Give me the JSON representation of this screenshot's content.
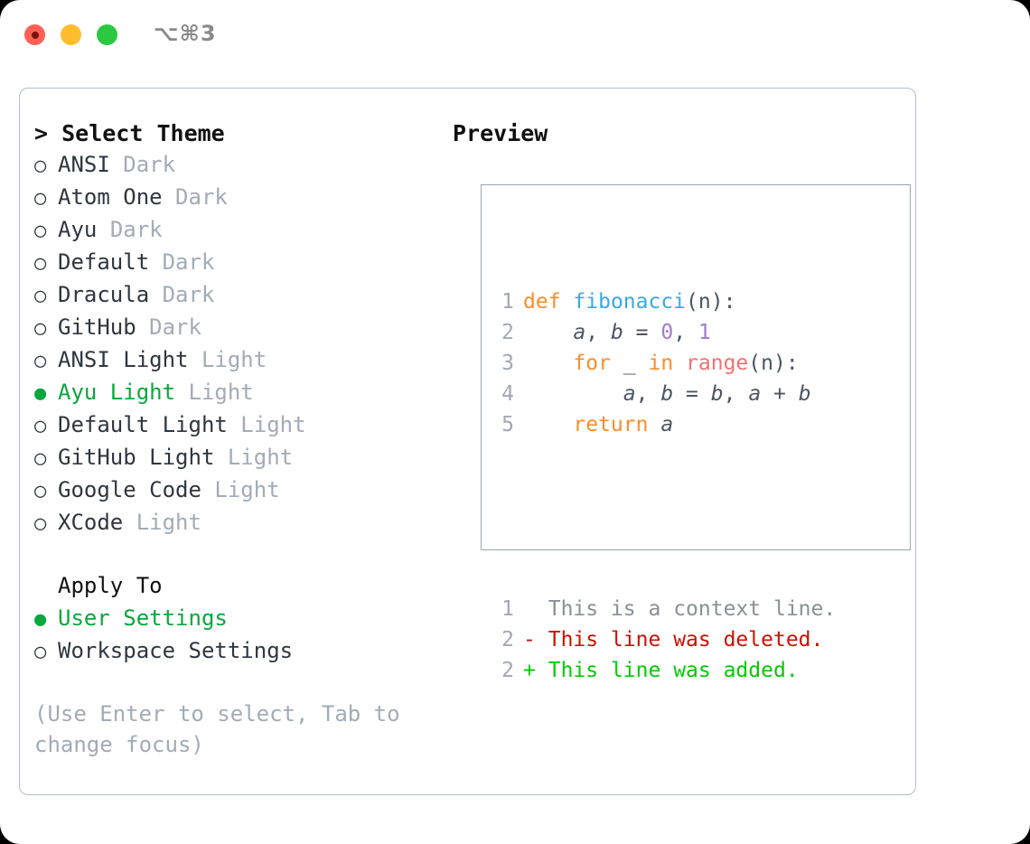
{
  "titlebar": {
    "shortcut": "⌥⌘3",
    "buttons": [
      {
        "name": "close",
        "color": "#ff6058"
      },
      {
        "name": "minimize",
        "color": "#ffbd2e"
      },
      {
        "name": "maximize",
        "color": "#2bc93f"
      }
    ]
  },
  "theme_picker": {
    "heading": "> Select Theme",
    "items": [
      {
        "marker": "○",
        "name": "ANSI",
        "badge": "Dark",
        "selected": false
      },
      {
        "marker": "○",
        "name": "Atom One",
        "badge": "Dark",
        "selected": false
      },
      {
        "marker": "○",
        "name": "Ayu",
        "badge": "Dark",
        "selected": false
      },
      {
        "marker": "○",
        "name": "Default",
        "badge": "Dark",
        "selected": false
      },
      {
        "marker": "○",
        "name": "Dracula",
        "badge": "Dark",
        "selected": false
      },
      {
        "marker": "○",
        "name": "GitHub",
        "badge": "Dark",
        "selected": false
      },
      {
        "marker": "○",
        "name": "ANSI Light",
        "badge": "Light",
        "selected": false
      },
      {
        "marker": "●",
        "name": "Ayu Light",
        "badge": "Light",
        "selected": true
      },
      {
        "marker": "○",
        "name": "Default Light",
        "badge": "Light",
        "selected": false
      },
      {
        "marker": "○",
        "name": "GitHub Light",
        "badge": "Light",
        "selected": false
      },
      {
        "marker": "○",
        "name": "Google Code",
        "badge": "Light",
        "selected": false
      },
      {
        "marker": "○",
        "name": "XCode",
        "badge": "Light",
        "selected": false
      }
    ]
  },
  "apply_to": {
    "heading": "Apply To",
    "items": [
      {
        "marker": "●",
        "name": "User Settings",
        "selected": true
      },
      {
        "marker": "○",
        "name": "Workspace Settings",
        "selected": false
      }
    ]
  },
  "hint": "(Use Enter to select, Tab to change focus)",
  "preview": {
    "heading": "Preview",
    "code_lines": [
      {
        "num": "1",
        "tokens": [
          {
            "t": "def",
            "c": "kw"
          },
          {
            "t": " ",
            "c": "op"
          },
          {
            "t": "fibonacci",
            "c": "fn"
          },
          {
            "t": "(n):",
            "c": "punc"
          }
        ]
      },
      {
        "num": "2",
        "tokens": [
          {
            "t": "    ",
            "c": "op"
          },
          {
            "t": "a",
            "c": "var"
          },
          {
            "t": ", ",
            "c": "op"
          },
          {
            "t": "b",
            "c": "var"
          },
          {
            "t": " = ",
            "c": "op"
          },
          {
            "t": "0",
            "c": "num"
          },
          {
            "t": ", ",
            "c": "op"
          },
          {
            "t": "1",
            "c": "num"
          }
        ]
      },
      {
        "num": "3",
        "tokens": [
          {
            "t": "    ",
            "c": "op"
          },
          {
            "t": "for",
            "c": "kw"
          },
          {
            "t": " _ ",
            "c": "op"
          },
          {
            "t": "in",
            "c": "kw"
          },
          {
            "t": " ",
            "c": "op"
          },
          {
            "t": "range",
            "c": "bi"
          },
          {
            "t": "(n):",
            "c": "punc"
          }
        ]
      },
      {
        "num": "4",
        "tokens": [
          {
            "t": "        ",
            "c": "op"
          },
          {
            "t": "a",
            "c": "var"
          },
          {
            "t": ", ",
            "c": "op"
          },
          {
            "t": "b",
            "c": "var"
          },
          {
            "t": " = ",
            "c": "op"
          },
          {
            "t": "b",
            "c": "var"
          },
          {
            "t": ", ",
            "c": "op"
          },
          {
            "t": "a",
            "c": "var"
          },
          {
            "t": " + ",
            "c": "op"
          },
          {
            "t": "b",
            "c": "var"
          }
        ]
      },
      {
        "num": "5",
        "tokens": [
          {
            "t": "    ",
            "c": "op"
          },
          {
            "t": "return",
            "c": "kw"
          },
          {
            "t": " ",
            "c": "op"
          },
          {
            "t": "a",
            "c": "var"
          }
        ]
      }
    ],
    "diff_lines": [
      {
        "num": "1",
        "sign": " ",
        "text": "This is a context line.",
        "kind": "diff-ctx"
      },
      {
        "num": "2",
        "sign": "-",
        "text": "This line was deleted.",
        "kind": "diff-del"
      },
      {
        "num": "2",
        "sign": "+",
        "text": "This line was added.",
        "kind": "diff-add"
      }
    ]
  },
  "colors": {
    "accent_green": "#0aa63e",
    "muted": "#a2abb8",
    "panel_border": "#b3bcc9",
    "preview_border": "#9aa5b4",
    "keyword": "#ff8c29",
    "function": "#3aa9e3",
    "number": "#a37acc",
    "builtin": "#f07171",
    "diff_added": "#00cc00",
    "diff_deleted": "#cc1100"
  }
}
